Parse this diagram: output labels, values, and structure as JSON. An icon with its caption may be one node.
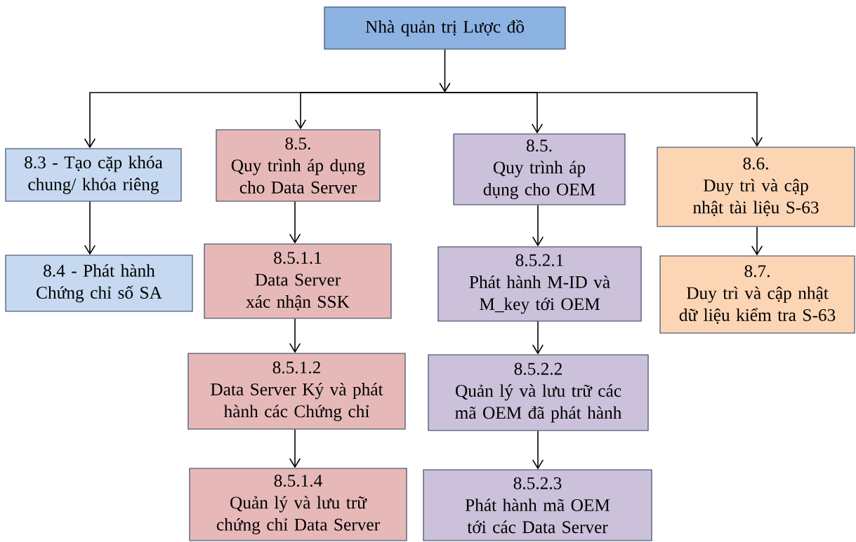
{
  "diagram": {
    "nodes": [
      {
        "text": [
          "Nhà quản trị Lược đồ"
        ]
      },
      {
        "text": [
          "8.3 - Tạo cặp khóa chung/ khóa riêng"
        ]
      },
      {
        "text": [
          "8.4 - Phát hành Chứng chỉ số SA"
        ]
      },
      {
        "text": [
          "8.5.",
          "Quy trình áp dụng cho Data Server"
        ]
      },
      {
        "text": [
          "8.5.1.1",
          "Data Server xác nhận SSK"
        ]
      },
      {
        "text": [
          "8.5.1.2",
          "Data Server Ký và phát hành các Chứng chỉ"
        ]
      },
      {
        "text": [
          "8.5.1.4",
          "Quản lý và lưu trữ chứng chỉ Data Server"
        ]
      },
      {
        "text": [
          "8.5.",
          "Quy trình áp dụng cho OEM"
        ]
      },
      {
        "text": [
          "8.5.2.1",
          "Phát hành M-ID và M_key tới OEM"
        ]
      },
      {
        "text": [
          "8.5.2.2",
          "Quản lý và lưu trữ các mã OEM đã phát hành"
        ]
      },
      {
        "text": [
          "8.5.2.3",
          "Phát hành mã OEM tới các Data Server"
        ]
      },
      {
        "text": [
          "8.6.",
          "Duy trì và cập nhật tài liệu S-63"
        ]
      },
      {
        "text": [
          "8.7.",
          "Duy trì và cập nhật dữ liệu kiểm tra S-63"
        ]
      }
    ],
    "edges": [
      {
        "from": 0,
        "to": 1,
        "arrow": "to"
      },
      {
        "from": 0,
        "to": 3,
        "arrow": "to"
      },
      {
        "from": 0,
        "to": 7,
        "arrow": "to"
      },
      {
        "from": 0,
        "to": 11,
        "arrow": "to"
      },
      {
        "from": 1,
        "to": 2,
        "arrow": "to"
      },
      {
        "from": 3,
        "to": 4,
        "arrow": "to"
      },
      {
        "from": 4,
        "to": 5,
        "arrow": "to"
      },
      {
        "from": 5,
        "to": 6,
        "arrow": "to"
      },
      {
        "from": 7,
        "to": 8,
        "arrow": "to"
      },
      {
        "from": 8,
        "to": 9,
        "arrow": "to"
      },
      {
        "from": 9,
        "to": 10,
        "arrow": "to"
      },
      {
        "from": 11,
        "to": 12,
        "arrow": "to"
      }
    ]
  }
}
